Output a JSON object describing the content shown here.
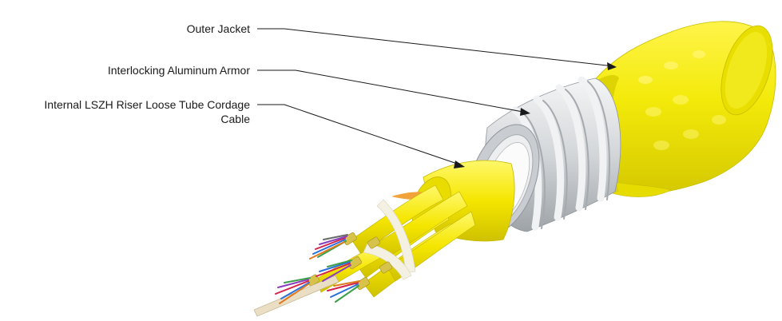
{
  "callouts": {
    "outer_jacket": "Outer Jacket",
    "armor": "Interlocking Aluminum Armor",
    "cordage": "Internal LSZH Riser Loose Tube Cordage\nCable"
  },
  "colors": {
    "jacket": "#f3ea0a",
    "jacket_shadow": "#d9cf00",
    "armor": "#d7d9dc",
    "armor_shadow": "#9ea3a8",
    "fiber_sub": "#f5e600",
    "ripcord": "#f2a23a",
    "binder": "#f4f1e3",
    "strength_member": "#e9dcc0"
  }
}
